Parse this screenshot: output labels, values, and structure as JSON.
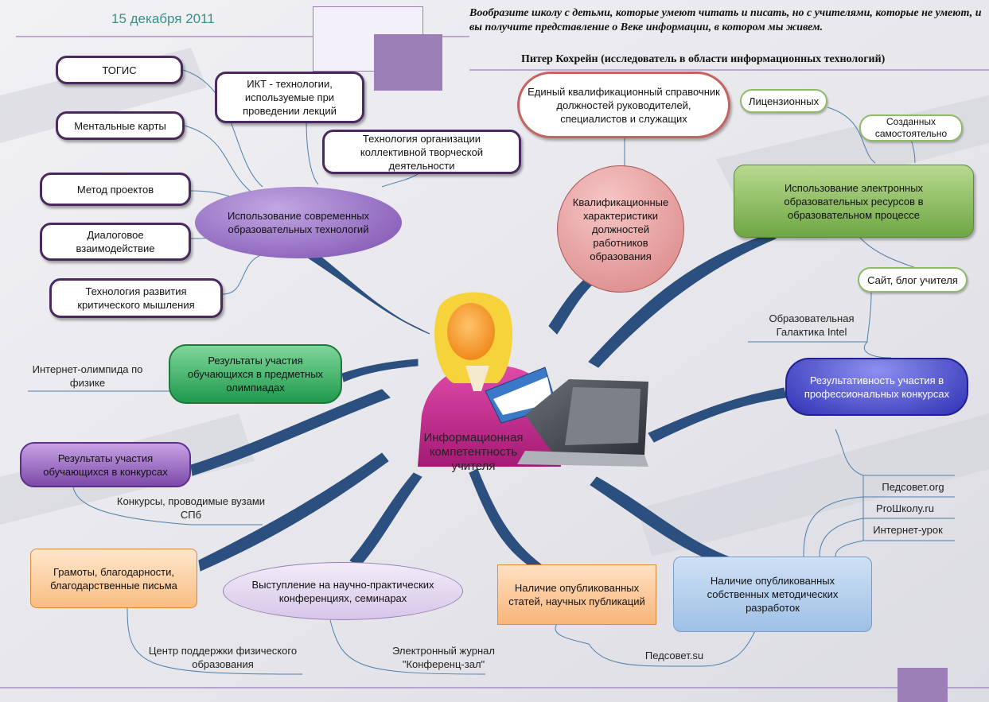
{
  "header": {
    "date": "15 декабря 2011",
    "quote": "Вообразите школу с детьми, которые умеют читать и писать, но с учителями, которые не умеют, и вы получите представление о Веке информации, в котором мы живем.",
    "author": "Питер Кохрейн (исследователь в области информационных технологий)"
  },
  "center": {
    "label": "Информационная компетентность учителя"
  },
  "technologies": {
    "hub": "Использование современных образовательных технологий",
    "items": [
      "ТОГИС",
      "ИКТ - технологии, используемые при проведении лекций",
      "Ментальные карты",
      "Технология организации коллективной творческой деятельности",
      "Метод проектов",
      "Диалоговое взаимодействие",
      "Технология развития критического мышления"
    ]
  },
  "qualification": {
    "hub": "Квалификационные характеристики должностей работников образования",
    "reference": "Единый квалификационный справочник должностей руководителей, специалистов и служащих"
  },
  "resources": {
    "hub": "Использование электронных образовательных ресурсов в образовательном процессе",
    "licensed": "Лицензионных",
    "own": "Созданных самостоятельно",
    "site": "Сайт, блог учителя",
    "galaxy": "Образовательная Галактика Intel"
  },
  "olympiads": {
    "hub": "Результаты участия обучающихся в предметных олимпиадах",
    "item": "Интернет-олимпида по физике"
  },
  "contests_students": {
    "hub": "Результаты участия обучающихся в конкурсах",
    "item": "Конкурсы, проводимые вузами СПб"
  },
  "pro_contests": {
    "hub": "Результативность участия в профессиональных конкурсах"
  },
  "methodical": {
    "hub": "Наличие опубликованных собственных методических разработок",
    "items": [
      "Педсовет.org",
      "ProШколу.ru",
      "Интернет-урок"
    ],
    "pedsovet_su": "Педсовет.su"
  },
  "articles": {
    "hub": "Наличие опубликованных статей, научных публикаций"
  },
  "conferences": {
    "hub": "Выступление на научно-практических конференциях, семинарах",
    "item": "Электронный журнал \"Конференц-зал\""
  },
  "awards": {
    "hub": "Грамоты, благодарности, благодарственные письма",
    "item": "Центр поддержки физического образования"
  },
  "colors": {
    "accent_purple": "#9b7fb6",
    "purple_hub": "#8a62b3",
    "green_hub": "#7ab050",
    "olympiad_green": "#2aa35a",
    "blue_hub": "#3d3fc0",
    "branch": "#2b4f7e"
  }
}
